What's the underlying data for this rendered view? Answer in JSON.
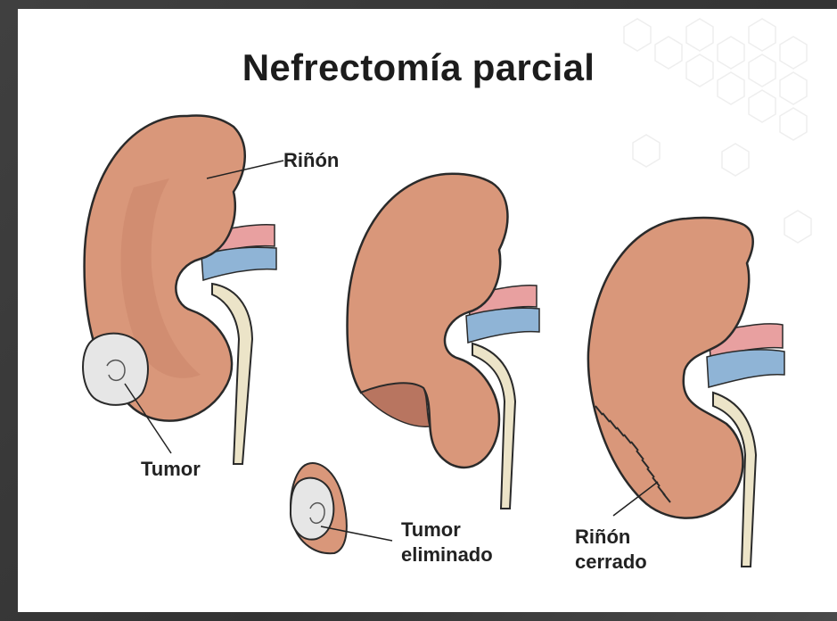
{
  "title": "Nefrectomía parcial",
  "labels": {
    "kidney": "Riñón",
    "tumor": "Tumor",
    "removed_line1": "Tumor",
    "removed_line2": "eliminado",
    "closed_line1": "Riñón",
    "closed_line2": "cerrado"
  },
  "colors": {
    "kidney": "#d9977a",
    "kidney_shade": "#c98468",
    "artery": "#e8a0a0",
    "vein": "#8fb4d6",
    "ureter": "#ece4c8",
    "tumor": "#e6e6e6",
    "outline": "#2a2a2a"
  }
}
